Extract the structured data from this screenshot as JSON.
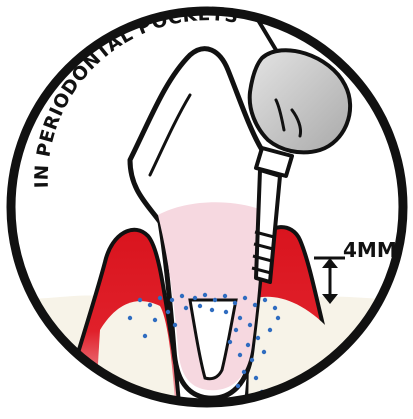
{
  "arc_text": "IN PERIODONTAL POCKETS",
  "measurement": {
    "label": "4MM",
    "value": 4,
    "unit": "MM"
  },
  "colors": {
    "outline": "#111111",
    "gum": "#d9141e",
    "gum_light": "#f4c9cf",
    "tooth_root": "#f6d8e0",
    "bone": "#f7f3e8",
    "plaque_dots": "#2f6cc0",
    "instrument_bulb": "#c8c8c8",
    "background": "#ffffff"
  },
  "icons": [
    "dental-probe-icon",
    "measurement-arrow-icon"
  ]
}
